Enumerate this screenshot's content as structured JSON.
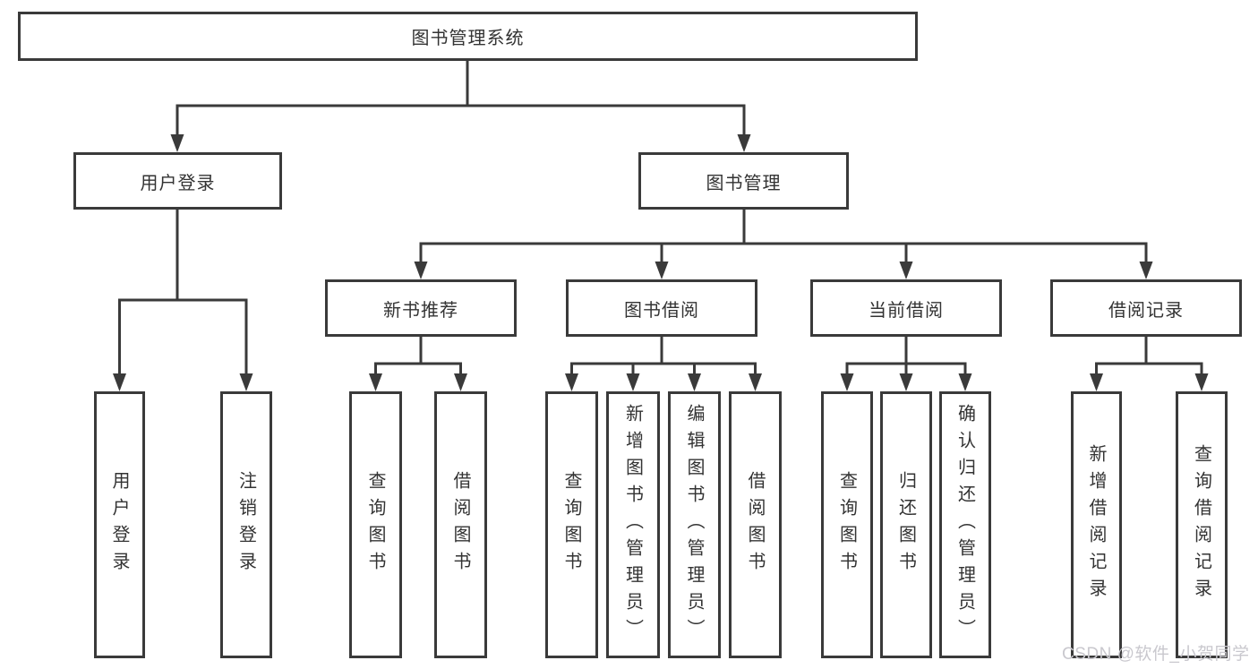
{
  "diagram": {
    "title": "图书管理系统",
    "level2": {
      "user_login": "用户登录",
      "book_management": "图书管理"
    },
    "level3": {
      "new_book_recommend": "新书推荐",
      "book_borrowing": "图书借阅",
      "current_borrowing": "当前借阅",
      "borrowing_records": "借阅记录"
    },
    "leaves": {
      "user_login": "用户登录",
      "logout": "注销登录",
      "nb_query_books": "查询图书",
      "nb_borrow_books": "借阅图书",
      "bb_query_books": "查询图书",
      "bb_add_books_admin": "新增图书（管理员）",
      "bb_edit_books_admin": "编辑图书（管理员）",
      "bb_borrow_books": "借阅图书",
      "cb_query_books": "查询图书",
      "cb_return_books": "归还图书",
      "cb_confirm_return_admin": "确认归还（管理员）",
      "br_add_record": "新增借阅记录",
      "br_query_record": "查询借阅记录"
    }
  },
  "watermark": "CSDN @软件_小贺同学",
  "colors": {
    "line": "#3a3a3a",
    "text": "#333333",
    "watermark": "#c9c8ce",
    "background": "#ffffff"
  }
}
